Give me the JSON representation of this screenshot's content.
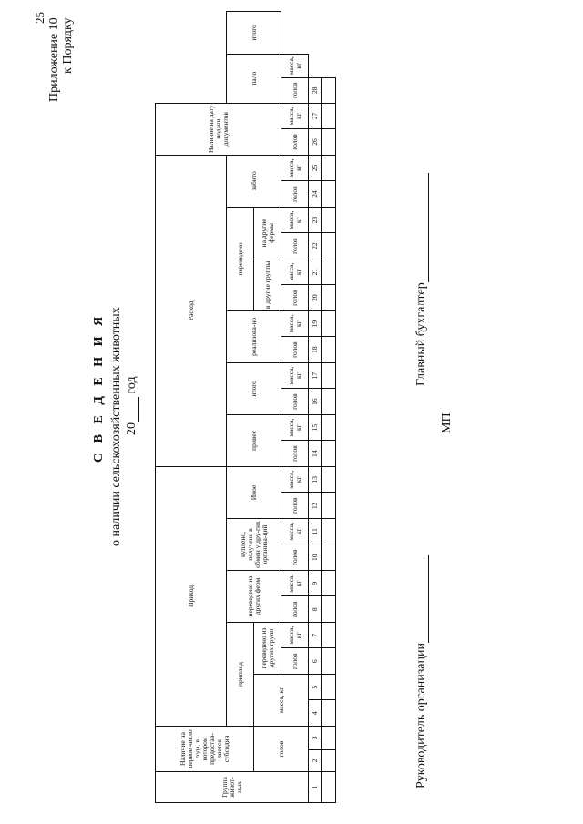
{
  "page_number": "25",
  "appendix": {
    "line1": "Приложение 10",
    "line2": "к Порядку"
  },
  "title": "С В Е Д Е Н И Я",
  "subtitle": "о наличии сельскохозяйственных животных",
  "year_prefix": "20",
  "year_suffix": "год",
  "signatures": {
    "chief_accountant": "Главный бухгалтер",
    "head": "Руководитель организации",
    "stamp": "МП"
  },
  "table": {
    "h_group": "Группа живот-ных",
    "h_start": "Наличие на первое число года, в котором предостав-ляется субсидия",
    "h_income": "Приход",
    "h_expense": "Расход",
    "h_end": "Наличие на дату подачи документов",
    "h_offspring": "приплод",
    "h_moved_from_groups": "переведено из других групп",
    "h_moved_from_farms": "переведено из других ферм",
    "h_bought": "куплено, получено в обмен у дру-гих организа-ций",
    "h_other": "Иное",
    "h_gain": "привес",
    "h_total": "итого",
    "h_sold": "реализова-но",
    "h_moved_out": "переведено",
    "h_to_groups": "в другие группы",
    "h_to_farms": "на другие фермы",
    "h_slaughtered": "забито",
    "h_died": "пало",
    "heads": "голов",
    "mass": "масса, кг",
    "col_numbers": [
      "1",
      "2",
      "3",
      "4",
      "5",
      "6",
      "7",
      "8",
      "9",
      "10",
      "11",
      "12",
      "13",
      "14",
      "15",
      "16",
      "17",
      "18",
      "19",
      "20",
      "21",
      "22",
      "23",
      "24",
      "25",
      "26",
      "27",
      "28"
    ]
  }
}
